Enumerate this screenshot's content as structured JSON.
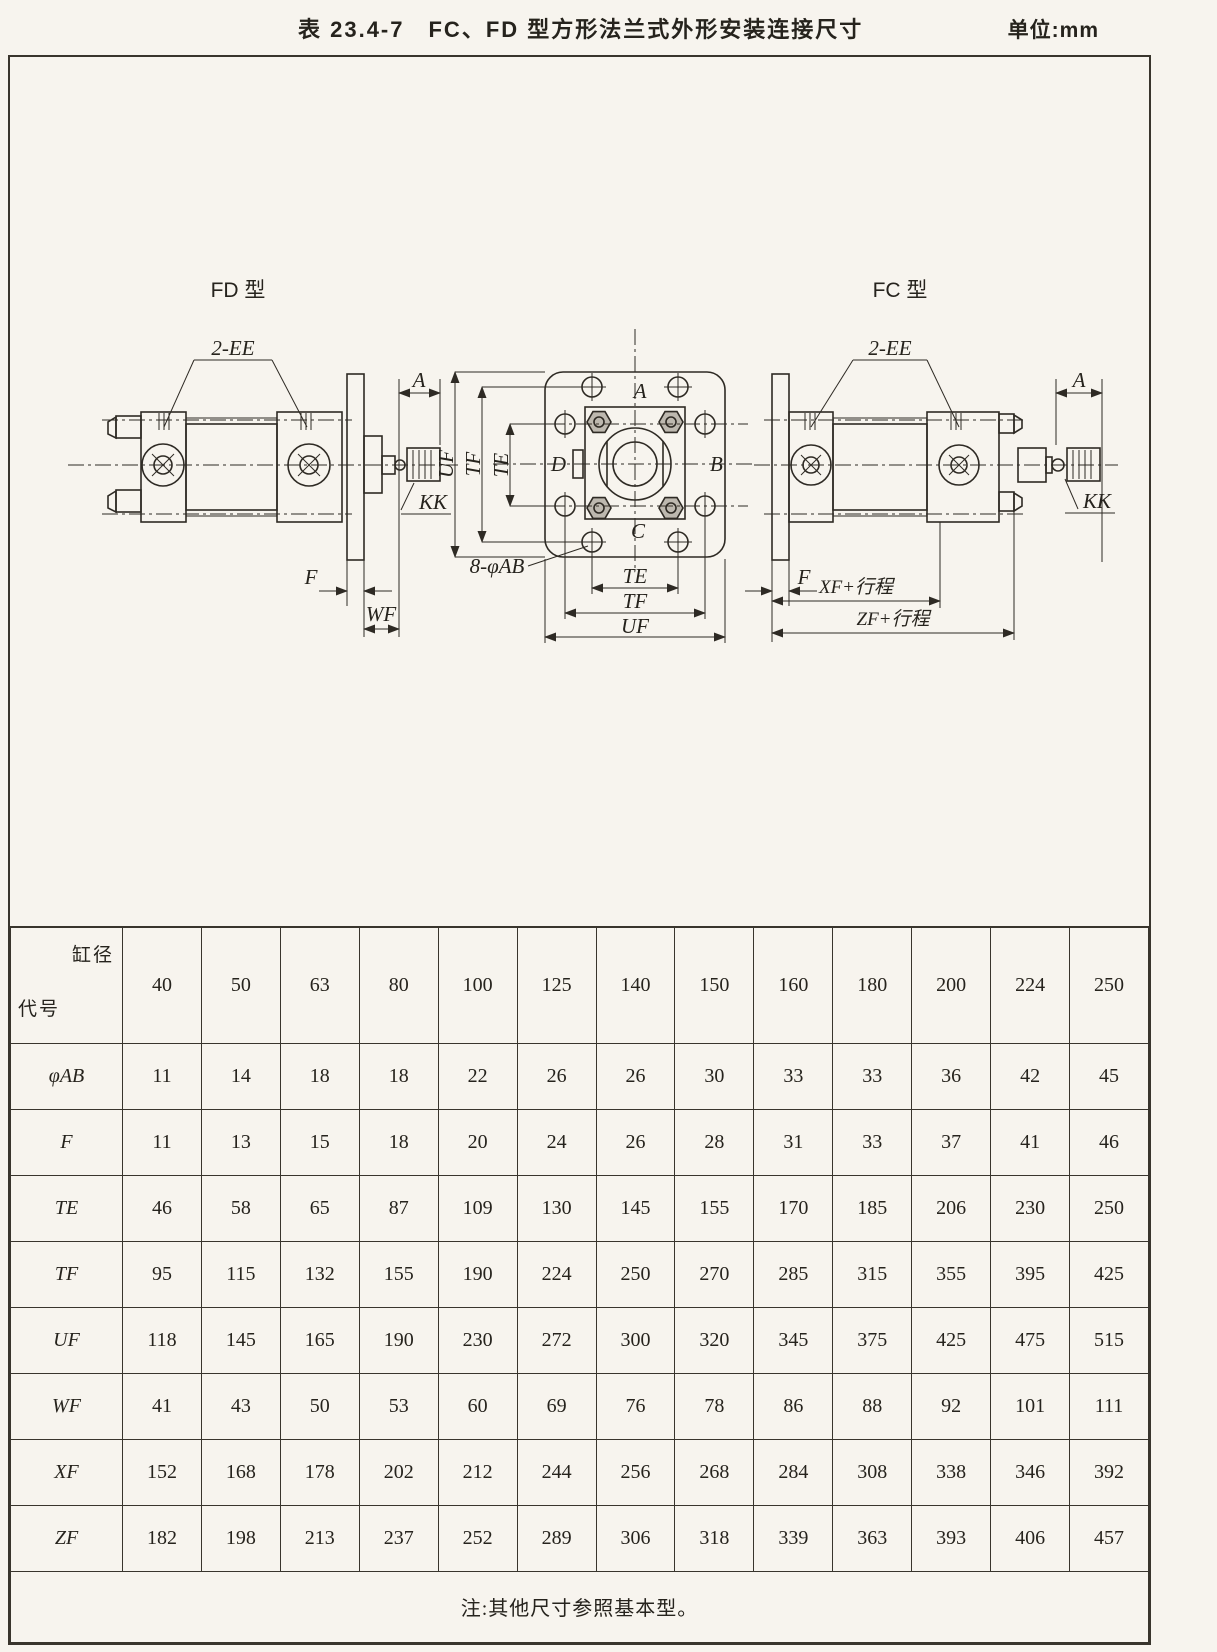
{
  "page": {
    "title": "表 23.4-7　FC、FD 型方形法兰式外形安装连接尺寸",
    "unit_label": "单位:mm"
  },
  "colors": {
    "paper": "#f7f4ee",
    "ink": "#2e2a24"
  },
  "diagram": {
    "fd": {
      "title": "FD 型",
      "ee": "2-EE",
      "a": "A",
      "kk": "KK",
      "f": "F",
      "wf": "WF"
    },
    "front": {
      "a": "A",
      "b": "B",
      "c": "C",
      "d": "D",
      "holes": "8-φAB",
      "uf_left": "UF",
      "tf_left": "TF",
      "te_left": "TE",
      "te_bottom": "TE",
      "tf_bottom": "TF",
      "uf_bottom": "UF"
    },
    "fc": {
      "title": "FC 型",
      "ee": "2-EE",
      "a": "A",
      "kk": "KK",
      "f": "F",
      "xf": "XF+行程",
      "zf": "ZF+行程"
    }
  },
  "table": {
    "corner_top": "缸径",
    "corner_bottom": "代号",
    "columns": [
      "40",
      "50",
      "63",
      "80",
      "100",
      "125",
      "140",
      "150",
      "160",
      "180",
      "200",
      "224",
      "250"
    ],
    "rows": [
      {
        "label": "φAB",
        "values": [
          "11",
          "14",
          "18",
          "18",
          "22",
          "26",
          "26",
          "30",
          "33",
          "33",
          "36",
          "42",
          "45"
        ]
      },
      {
        "label": "F",
        "values": [
          "11",
          "13",
          "15",
          "18",
          "20",
          "24",
          "26",
          "28",
          "31",
          "33",
          "37",
          "41",
          "46"
        ]
      },
      {
        "label": "TE",
        "values": [
          "46",
          "58",
          "65",
          "87",
          "109",
          "130",
          "145",
          "155",
          "170",
          "185",
          "206",
          "230",
          "250"
        ]
      },
      {
        "label": "TF",
        "values": [
          "95",
          "115",
          "132",
          "155",
          "190",
          "224",
          "250",
          "270",
          "285",
          "315",
          "355",
          "395",
          "425"
        ]
      },
      {
        "label": "UF",
        "values": [
          "118",
          "145",
          "165",
          "190",
          "230",
          "272",
          "300",
          "320",
          "345",
          "375",
          "425",
          "475",
          "515"
        ]
      },
      {
        "label": "WF",
        "values": [
          "41",
          "43",
          "50",
          "53",
          "60",
          "69",
          "76",
          "78",
          "86",
          "88",
          "92",
          "101",
          "111"
        ]
      },
      {
        "label": "XF",
        "values": [
          "152",
          "168",
          "178",
          "202",
          "212",
          "244",
          "256",
          "268",
          "284",
          "308",
          "338",
          "346",
          "392"
        ]
      },
      {
        "label": "ZF",
        "values": [
          "182",
          "198",
          "213",
          "237",
          "252",
          "289",
          "306",
          "318",
          "339",
          "363",
          "393",
          "406",
          "457"
        ]
      }
    ],
    "note": "注:其他尺寸参照基本型。"
  }
}
